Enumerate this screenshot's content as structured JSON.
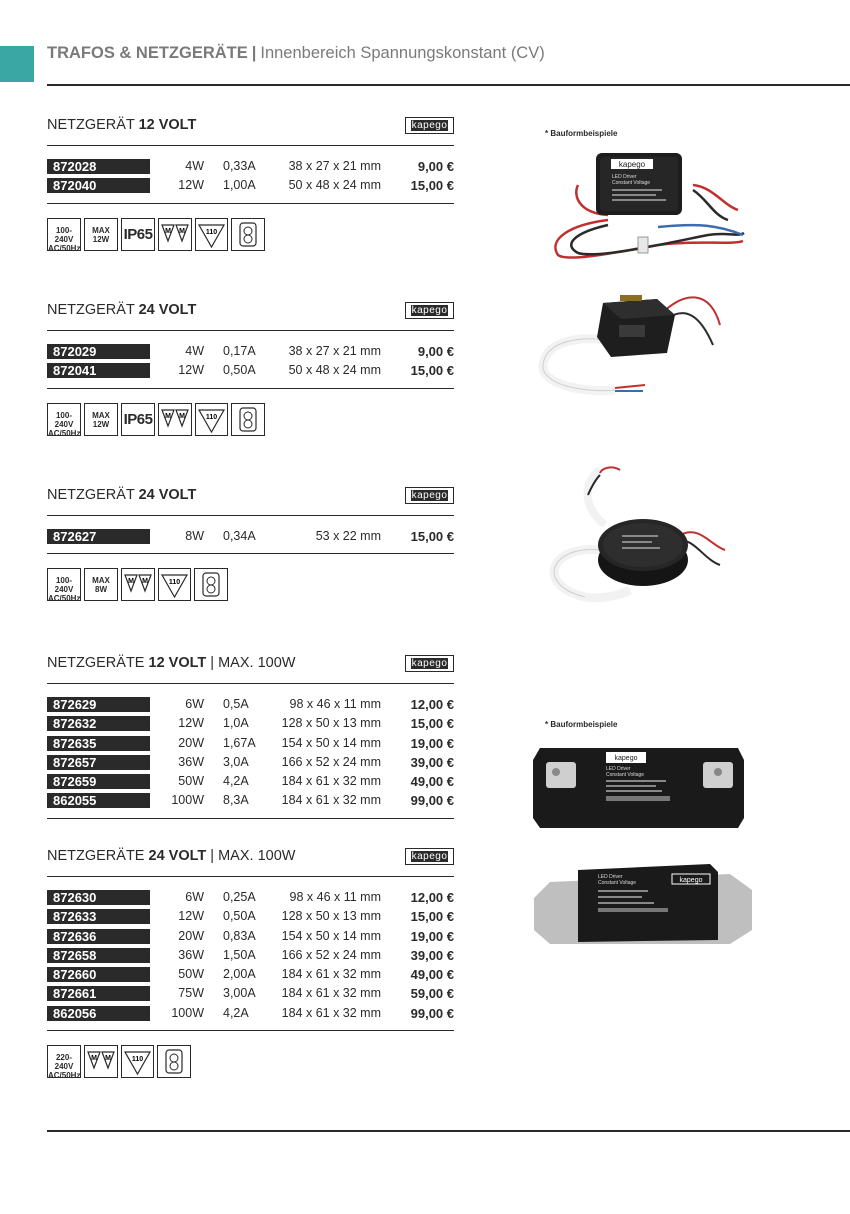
{
  "header": {
    "title_bold": "TRAFOS & NETZGERÄTE",
    "separator": "|",
    "subtitle": "Innenbereich Spannungskonstant (CV)"
  },
  "brand_logo": "kapego",
  "note_label": "* Bauformbeispiele",
  "sections": [
    {
      "title_prefix": "NETZGERÄT",
      "title_bold": "12 VOLT",
      "title_suffix": "",
      "rows": [
        {
          "sku": "872028",
          "power": "4W",
          "current": "0,33A",
          "dims": "38 x 27 x 21 mm",
          "price": "9,00 €"
        },
        {
          "sku": "872040",
          "power": "12W",
          "current": "1,00A",
          "dims": "50 x 48 x 24 mm",
          "price": "15,00 €"
        }
      ],
      "icons": [
        {
          "name": "voltage-100-240-icon",
          "type": "text",
          "l1": "100-240V",
          "l2": "AC/50Hz"
        },
        {
          "name": "max-12w-icon",
          "type": "text",
          "l1": "MAX",
          "l2": "12W"
        },
        {
          "name": "ip65-icon",
          "type": "ip",
          "l1": "IP65"
        },
        {
          "name": "mm-mounting-icon",
          "type": "mm"
        },
        {
          "name": "temp-110-icon",
          "type": "t110",
          "l1": "110"
        },
        {
          "name": "safety-transformer-icon",
          "type": "safety"
        }
      ]
    },
    {
      "title_prefix": "NETZGERÄT",
      "title_bold": "24 VOLT",
      "title_suffix": "",
      "rows": [
        {
          "sku": "872029",
          "power": "4W",
          "current": "0,17A",
          "dims": "38 x 27 x 21 mm",
          "price": "9,00 €"
        },
        {
          "sku": "872041",
          "power": "12W",
          "current": "0,50A",
          "dims": "50 x 48 x 24 mm",
          "price": "15,00 €"
        }
      ],
      "icons": [
        {
          "name": "voltage-100-240-icon",
          "type": "text",
          "l1": "100-240V",
          "l2": "AC/50Hz"
        },
        {
          "name": "max-12w-icon",
          "type": "text",
          "l1": "MAX",
          "l2": "12W"
        },
        {
          "name": "ip65-icon",
          "type": "ip",
          "l1": "IP65"
        },
        {
          "name": "mm-mounting-icon",
          "type": "mm"
        },
        {
          "name": "temp-110-icon",
          "type": "t110",
          "l1": "110"
        },
        {
          "name": "safety-transformer-icon",
          "type": "safety"
        }
      ]
    },
    {
      "title_prefix": "NETZGERÄT",
      "title_bold": "24 VOLT",
      "title_suffix": "",
      "rows": [
        {
          "sku": "872627",
          "power": "8W",
          "current": "0,34A",
          "dims": "53 x 22 mm",
          "price": "15,00 €"
        }
      ],
      "icons": [
        {
          "name": "voltage-100-240-icon",
          "type": "text",
          "l1": "100-240V",
          "l2": "AC/50Hz"
        },
        {
          "name": "max-8w-icon",
          "type": "text",
          "l1": "MAX",
          "l2": "8W"
        },
        {
          "name": "mm-mounting-icon",
          "type": "mm"
        },
        {
          "name": "temp-110-icon",
          "type": "t110",
          "l1": "110"
        },
        {
          "name": "safety-transformer-icon",
          "type": "safety"
        }
      ]
    },
    {
      "title_prefix": "NETZGERÄTE",
      "title_bold": "12 VOLT",
      "title_suffix": "| MAX. 100W",
      "rows": [
        {
          "sku": "872629",
          "power": "6W",
          "current": "0,5A",
          "dims": "98 x 46 x 11 mm",
          "price": "12,00 €"
        },
        {
          "sku": "872632",
          "power": "12W",
          "current": "1,0A",
          "dims": "128 x 50 x 13 mm",
          "price": "15,00 €"
        },
        {
          "sku": "872635",
          "power": "20W",
          "current": "1,67A",
          "dims": "154 x 50 x 14 mm",
          "price": "19,00 €"
        },
        {
          "sku": "872657",
          "power": "36W",
          "current": "3,0A",
          "dims": "166 x 52 x 24 mm",
          "price": "39,00 €"
        },
        {
          "sku": "872659",
          "power": "50W",
          "current": "4,2A",
          "dims": "184 x 61 x 32 mm",
          "price": "49,00 €"
        },
        {
          "sku": "862055",
          "power": "100W",
          "current": "8,3A",
          "dims": "184 x 61 x 32 mm",
          "price": "99,00 €"
        }
      ],
      "icons": []
    },
    {
      "title_prefix": "NETZGERÄTE",
      "title_bold": "24 VOLT",
      "title_suffix": "| MAX. 100W",
      "rows": [
        {
          "sku": "872630",
          "power": "6W",
          "current": "0,25A",
          "dims": "98 x 46 x 11 mm",
          "price": "12,00 €"
        },
        {
          "sku": "872633",
          "power": "12W",
          "current": "0,50A",
          "dims": "128 x 50 x 13 mm",
          "price": "15,00 €"
        },
        {
          "sku": "872636",
          "power": "20W",
          "current": "0,83A",
          "dims": "154 x 50 x 14 mm",
          "price": "19,00 €"
        },
        {
          "sku": "872658",
          "power": "36W",
          "current": "1,50A",
          "dims": "166 x 52 x 24 mm",
          "price": "39,00 €"
        },
        {
          "sku": "872660",
          "power": "50W",
          "current": "2,00A",
          "dims": "184 x 61 x 32 mm",
          "price": "49,00 €"
        },
        {
          "sku": "872661",
          "power": "75W",
          "current": "3,00A",
          "dims": "184 x 61 x 32 mm",
          "price": "59,00 €"
        },
        {
          "sku": "862056",
          "power": "100W",
          "current": "4,2A",
          "dims": "184 x 61 x 32 mm",
          "price": "99,00 €"
        }
      ],
      "icons": [
        {
          "name": "voltage-220-240-icon",
          "type": "text",
          "l1": "220-240V",
          "l2": "AC/50Hz"
        },
        {
          "name": "mm-mounting-icon",
          "type": "mm"
        },
        {
          "name": "temp-110-icon",
          "type": "t110",
          "l1": "110"
        },
        {
          "name": "safety-transformer-icon",
          "type": "safety"
        }
      ]
    }
  ],
  "photos": [
    {
      "name": "driver-photo-small-black",
      "label_top": "kapego",
      "label_l1": "LED Driver",
      "label_l2": "Constant Voltage"
    },
    {
      "name": "driver-photo-box-white-cable"
    },
    {
      "name": "driver-photo-round"
    },
    {
      "name": "driver-photo-slim-black",
      "label_top": "kapego",
      "label_l1": "LED Driver",
      "label_l2": "Constant Voltage"
    },
    {
      "name": "driver-photo-slim-grey",
      "label_top": "kapego",
      "label_l1": "LED Driver",
      "label_l2": "Constant Voltage"
    }
  ],
  "colors": {
    "accent_tab": "#3aa7a5",
    "text": "#2a2a2a"
  }
}
